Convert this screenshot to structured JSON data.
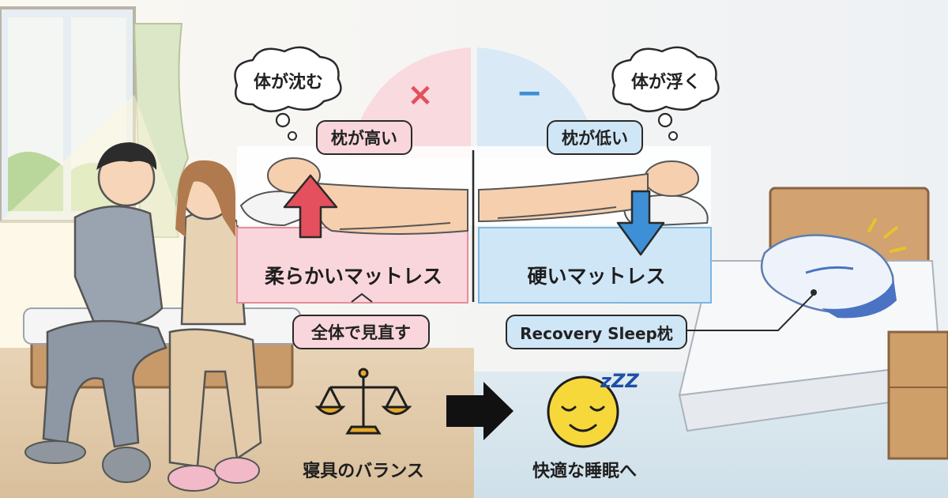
{
  "left_panel": {
    "thought": "体が沈む",
    "mark": "×",
    "pillow_tag": "枕が高い",
    "mattress_label": "柔らかいマットレス",
    "advice": "全体で見直す"
  },
  "right_panel": {
    "thought": "体が浮く",
    "mark": "−",
    "pillow_tag": "枕が低い",
    "mattress_label": "硬いマットレス",
    "product": "Recovery Sleep枕"
  },
  "bottom": {
    "balance_caption": "寝具のバランス",
    "result_caption": "快適な睡眠へ",
    "zzz": "zZZ"
  },
  "colors": {
    "pink": "#f9d6dc",
    "pink_border": "#e88c9a",
    "red_arrow": "#e4505e",
    "blue": "#cfe6f7",
    "blue_border": "#7cb6e0",
    "blue_arrow": "#3d8fd6",
    "gold": "#e7a92b",
    "smiley": "#f7d83a"
  },
  "icons": [
    "balance-scale-icon",
    "right-arrow-icon",
    "sleeping-face-icon",
    "up-arrow-icon",
    "down-arrow-icon"
  ]
}
